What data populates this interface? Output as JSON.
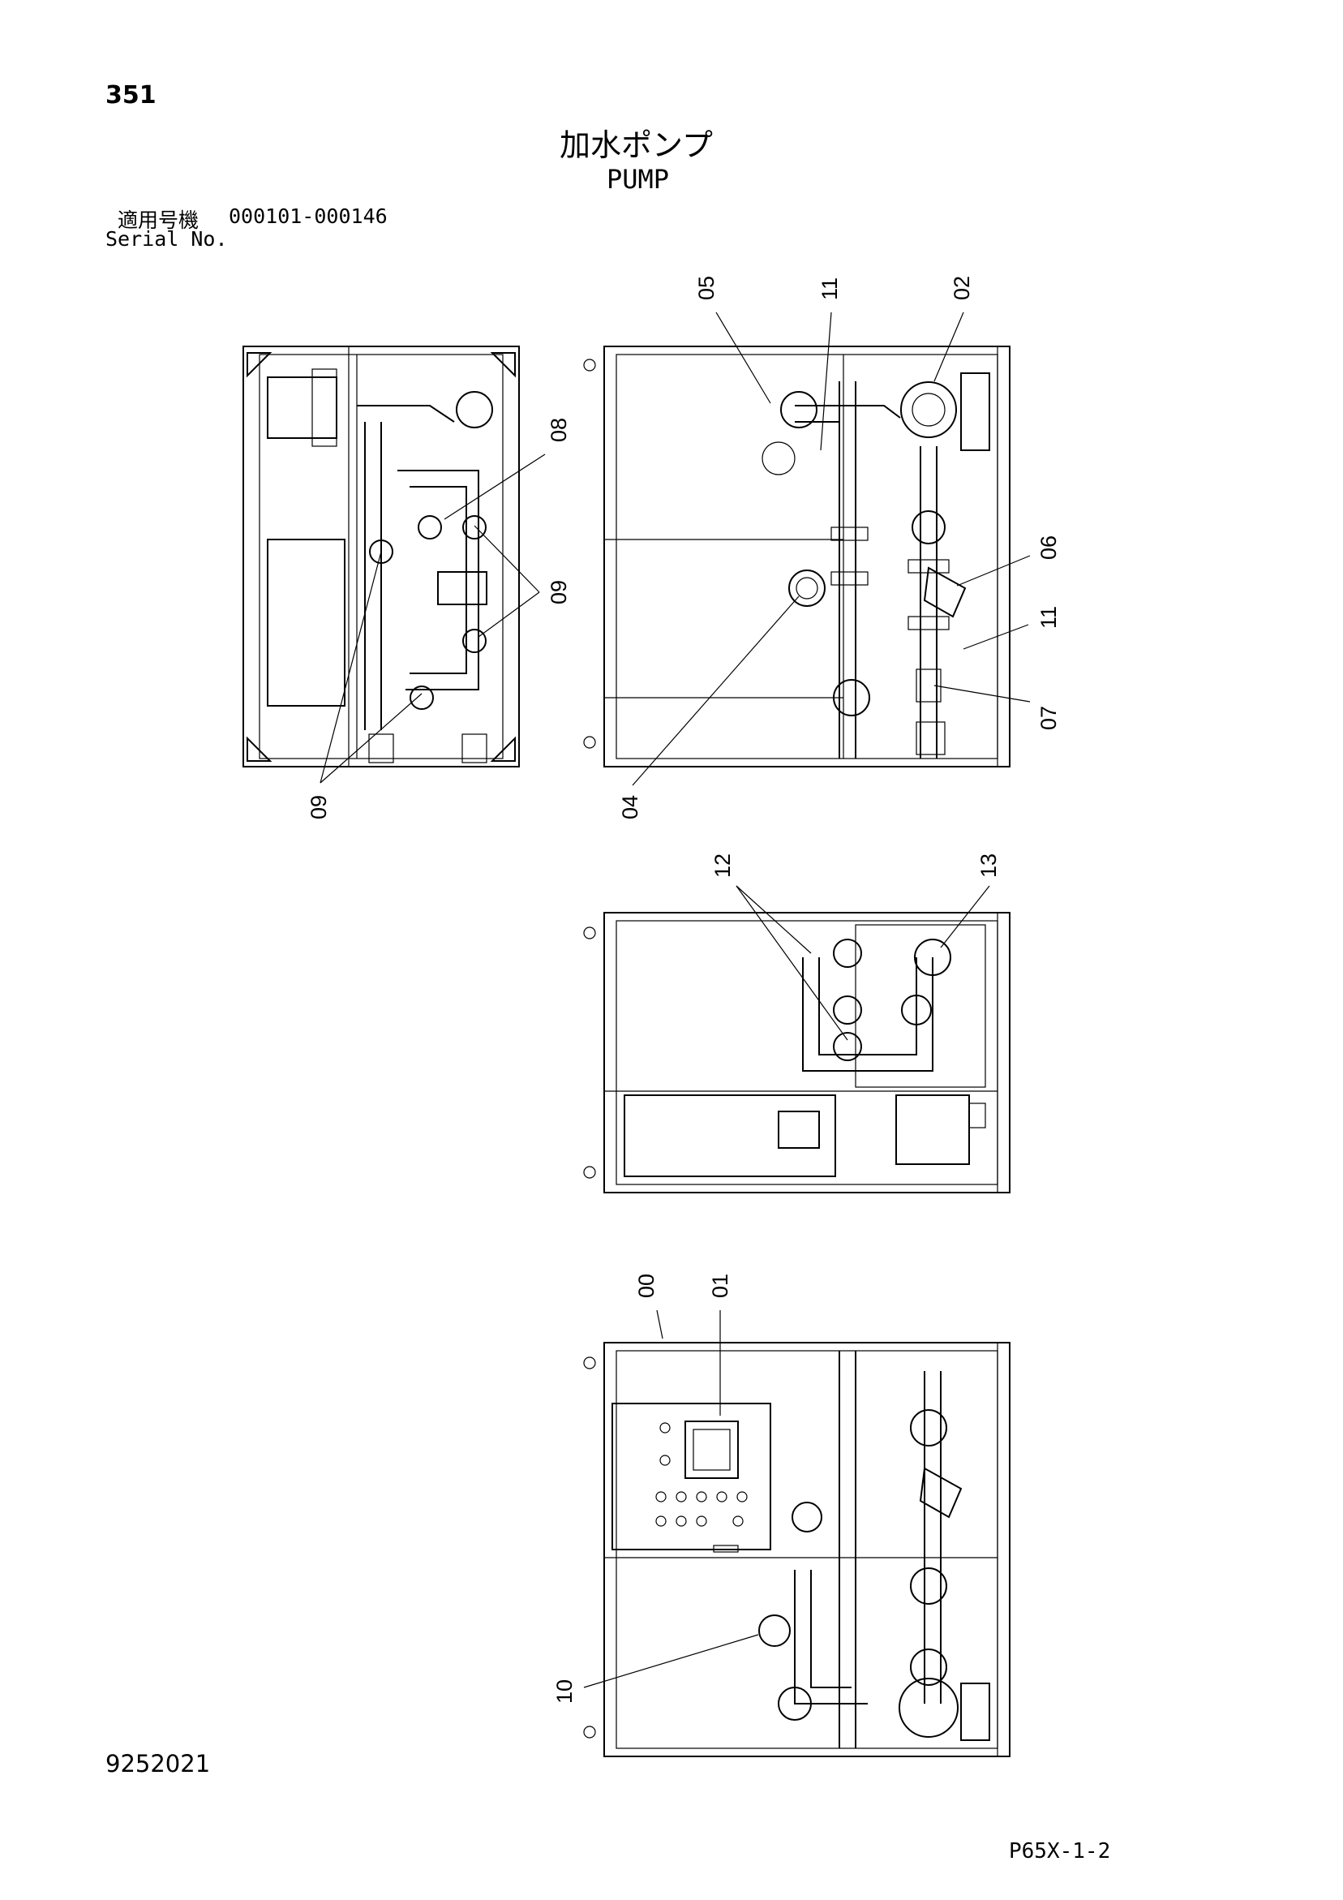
{
  "header": {
    "page_number": "351",
    "title_jp": "加水ポンプ",
    "title_en": "PUMP",
    "serial_label_jp": "適用号機",
    "serial_value": "000101-000146",
    "serial_label_en": "Serial No."
  },
  "footer": {
    "document_number": "9252021",
    "page_code": "P65X-1-2"
  },
  "callouts": {
    "c00": "00",
    "c01": "01",
    "c02": "02",
    "c04": "04",
    "c05": "05",
    "c06": "06",
    "c07": "07",
    "c08": "08",
    "c09a": "09",
    "c09b": "09",
    "c10": "10",
    "c11a": "11",
    "c11b": "11",
    "c12": "12",
    "c13": "13"
  }
}
